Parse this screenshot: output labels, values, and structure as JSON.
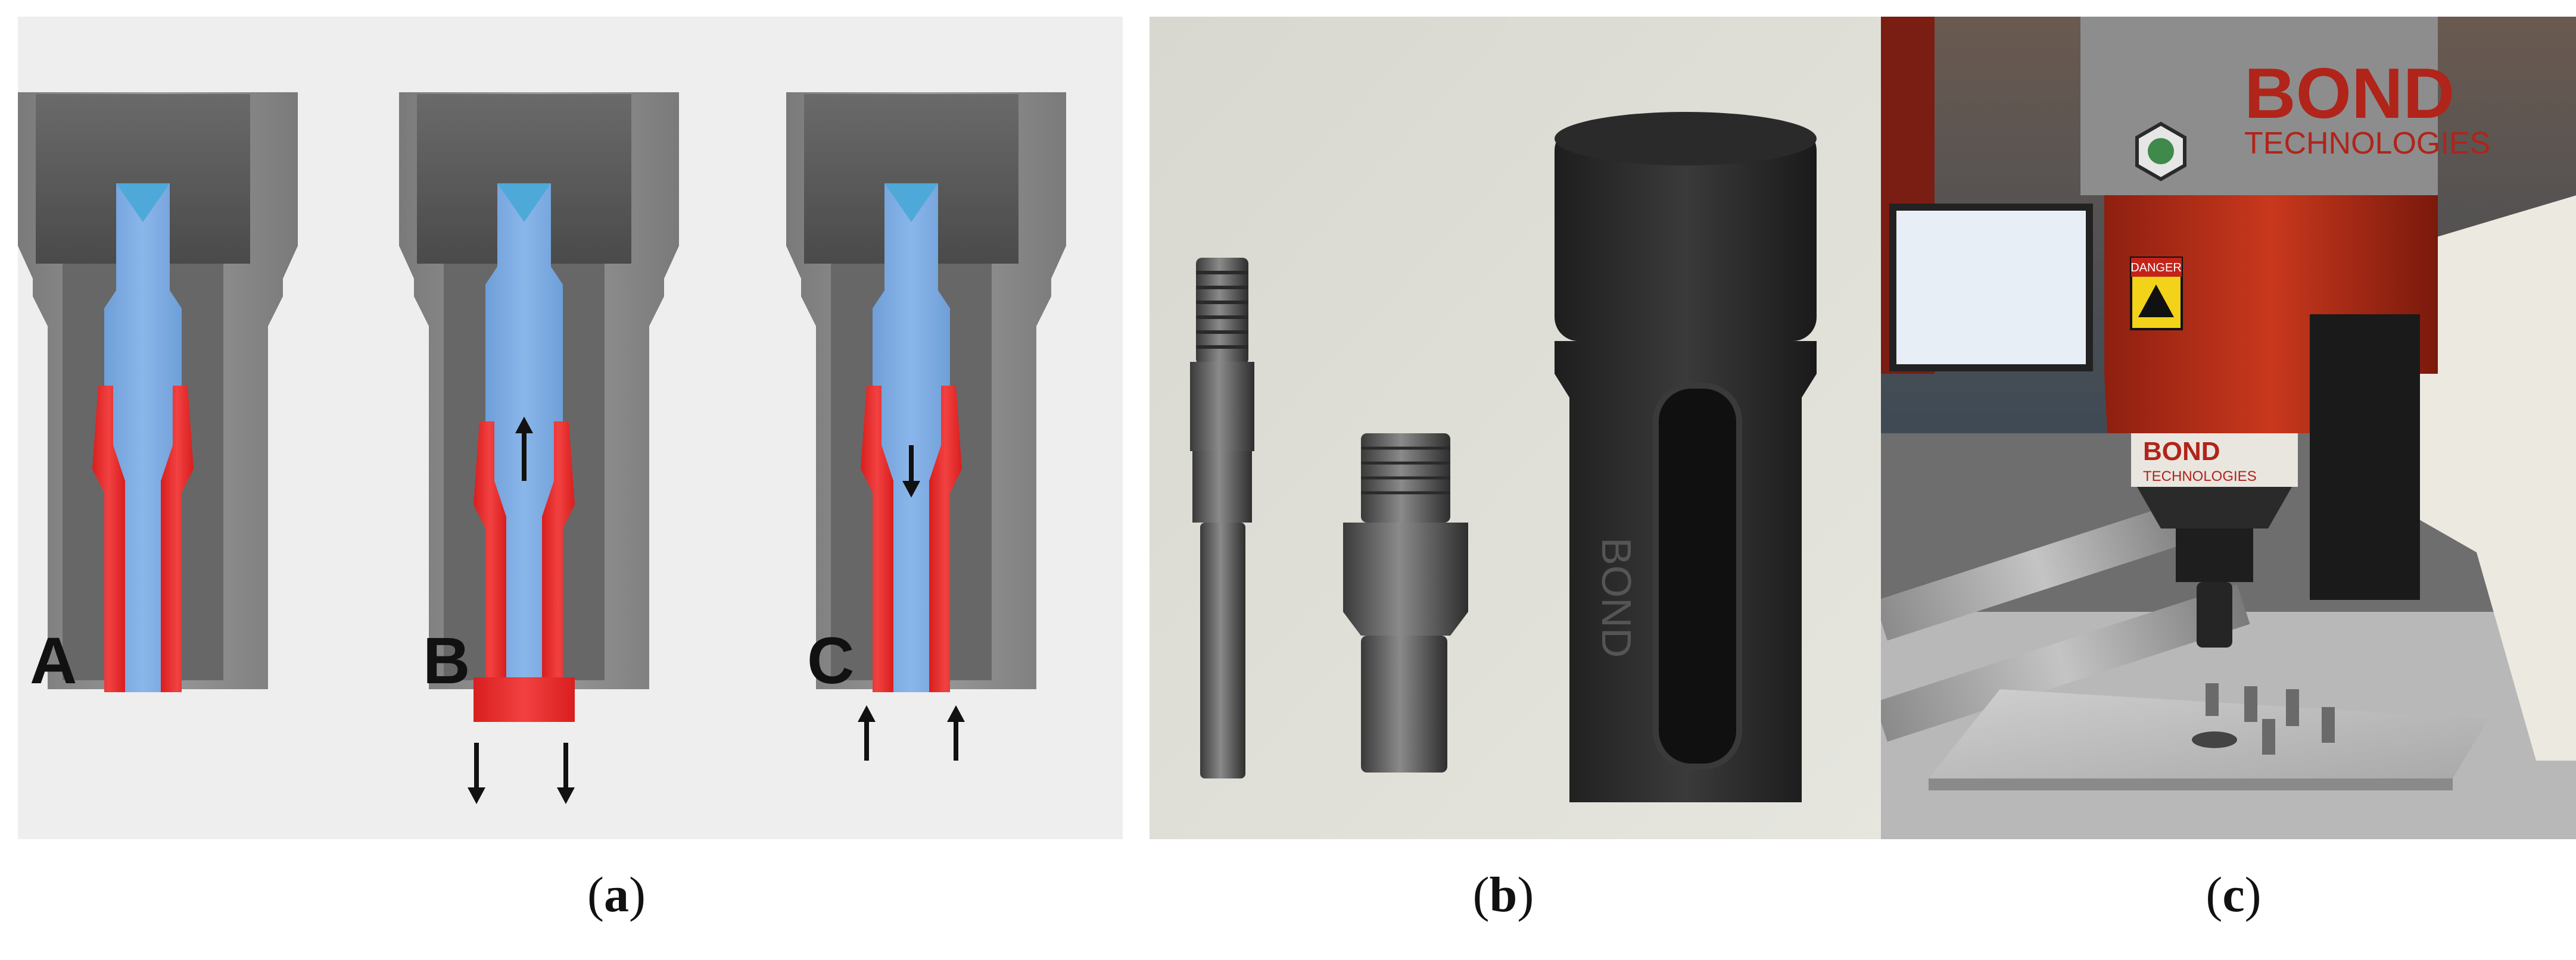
{
  "figure": {
    "panel_a": {
      "stage_labels": [
        "A",
        "B",
        "C"
      ]
    },
    "panel_b": {
      "engraving": "BOND"
    },
    "panel_c": {
      "brand_word": "BOND",
      "brand_sub": "TECHNOLOGIES",
      "warning_label": "DANGER",
      "collar_brand": "BOND",
      "collar_sub": "TECHNOLOGIES"
    },
    "captions": {
      "a_open": "(",
      "a_letter": "a",
      "a_close": ")",
      "b_open": "(",
      "b_letter": "b",
      "b_close": ")",
      "c_open": "(",
      "c_letter": "c",
      "c_close": ")"
    }
  }
}
